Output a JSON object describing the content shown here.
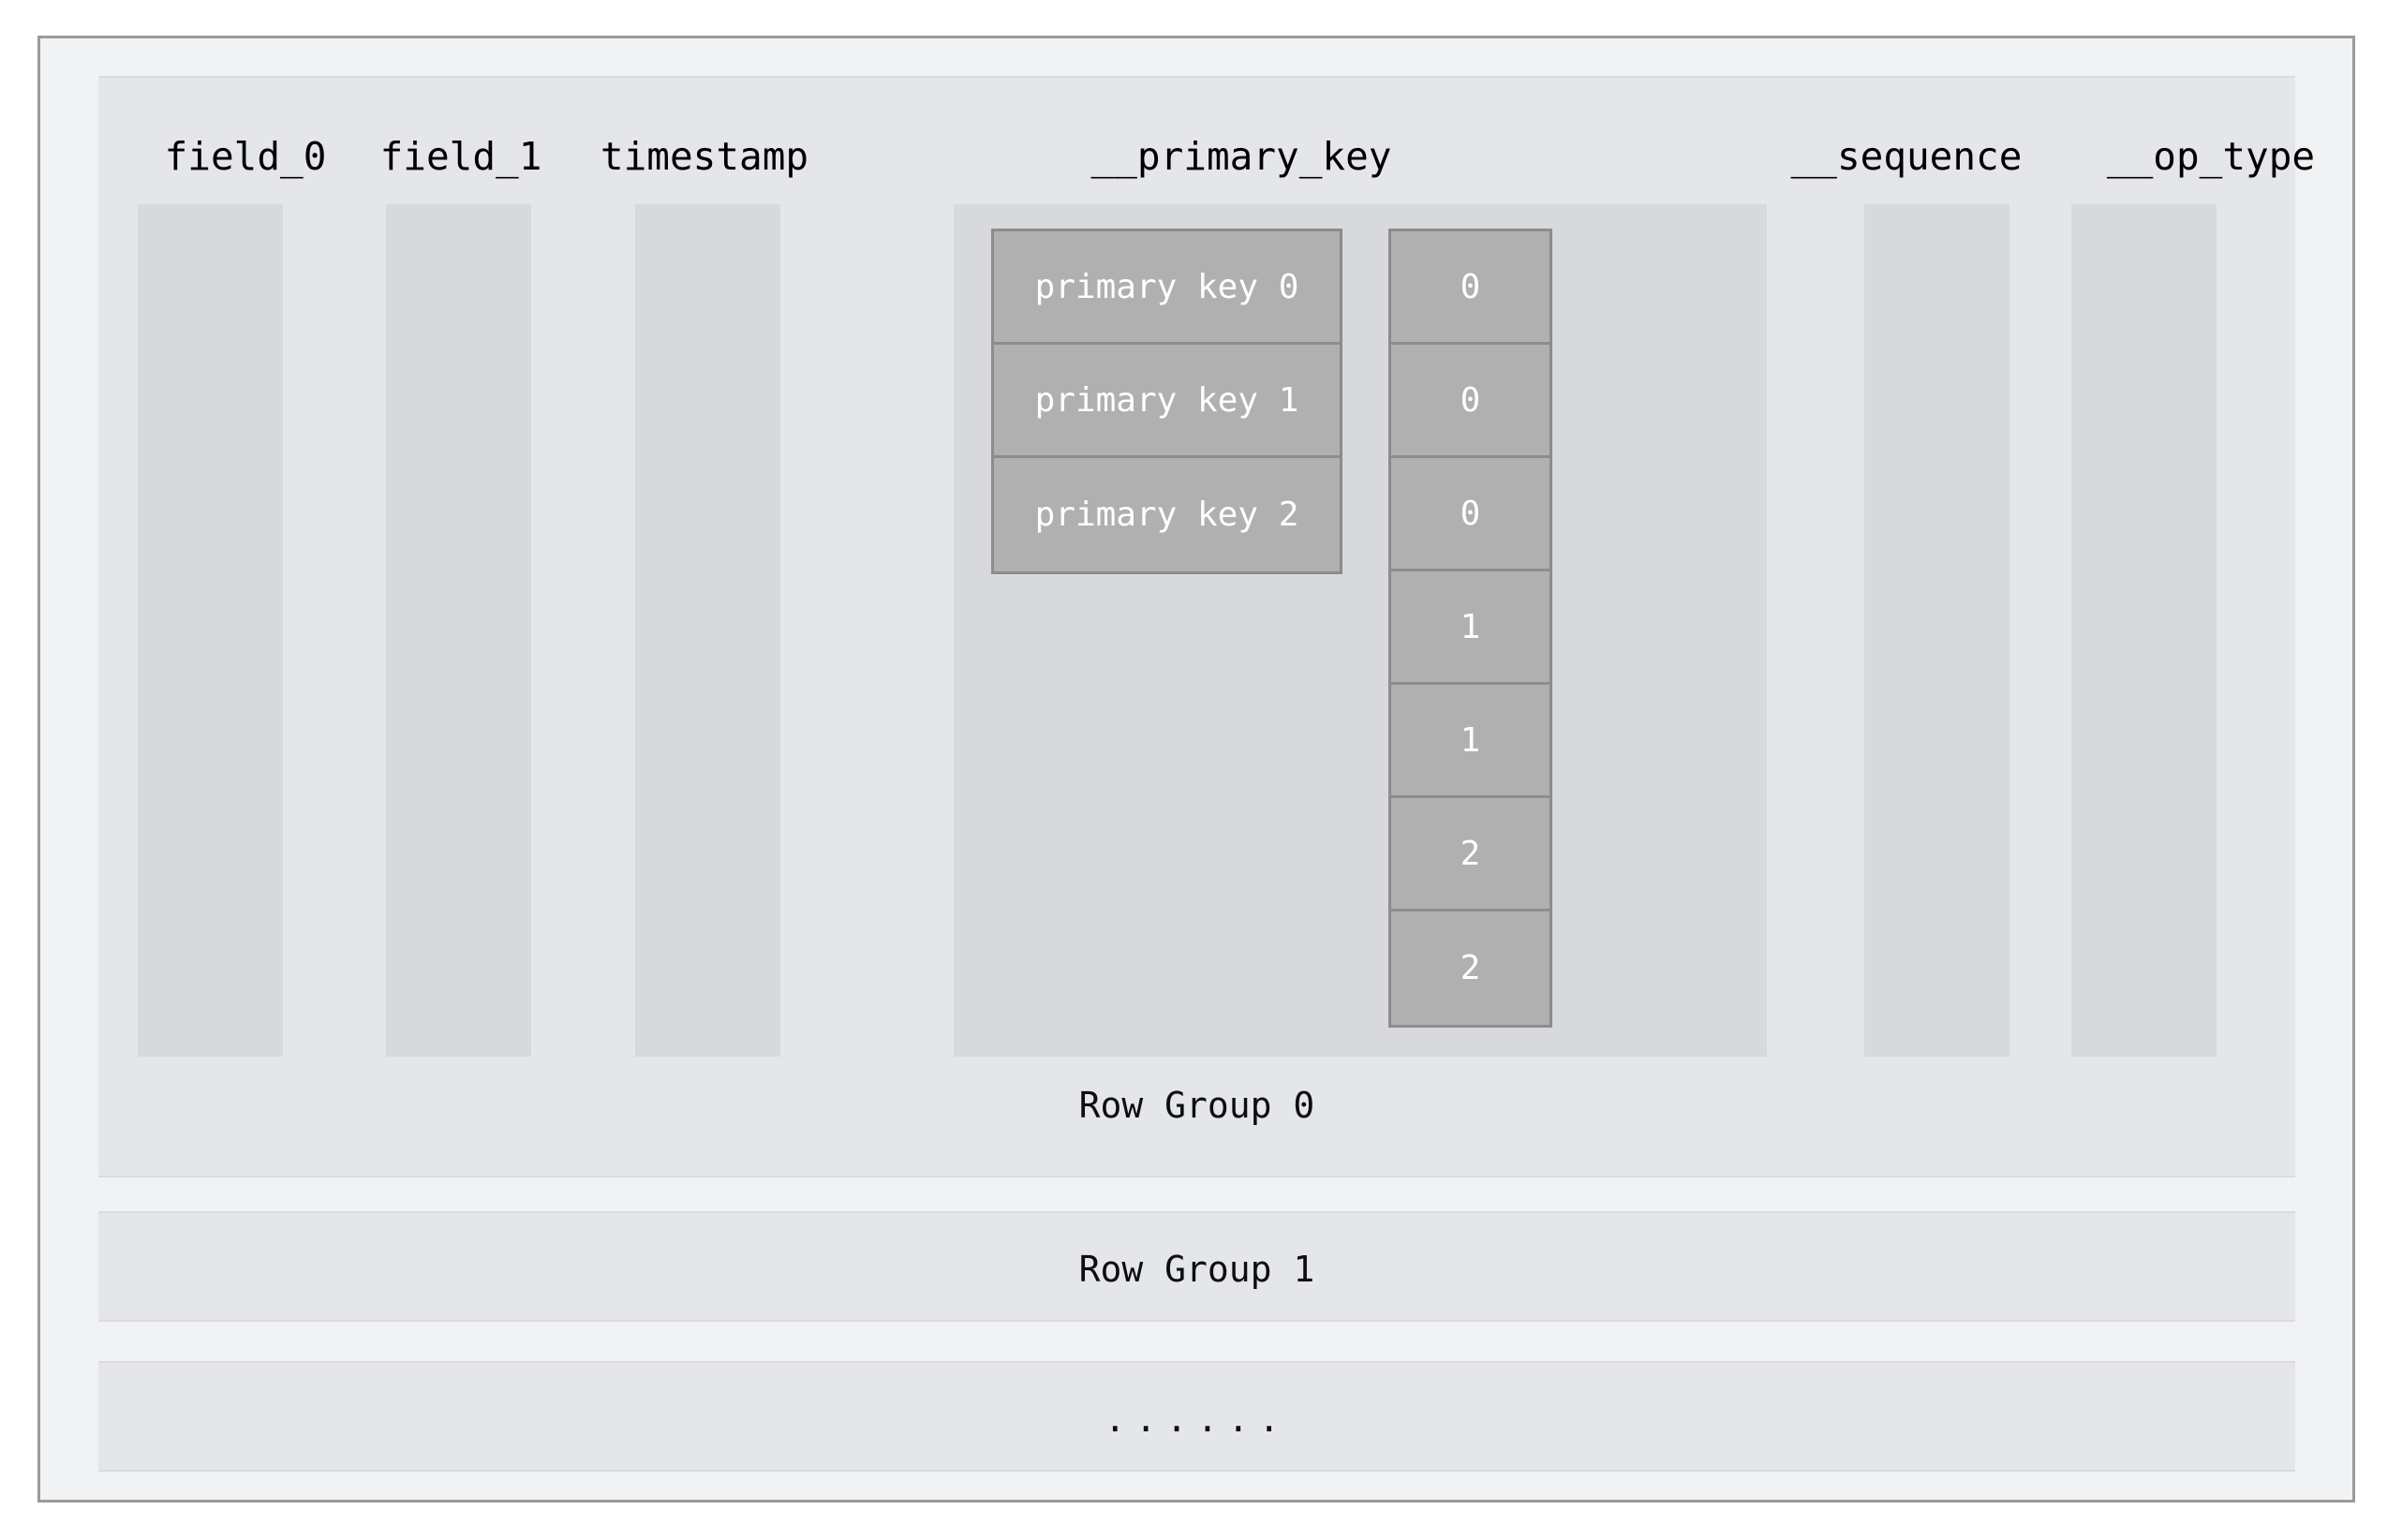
{
  "diagram": {
    "title_visible": false,
    "colors": {
      "frame_border": "#9b9b9b",
      "frame_bg": "#f1f2f4",
      "row_group_bg": "#e4e6e9",
      "column_block": "#d7d9dd",
      "cell_fill": "#b0b0b0",
      "cell_border": "#8c8c8c",
      "cell_text": "#ffffff",
      "header_text": "#000000"
    },
    "columns": [
      {
        "name": "field_0",
        "label": "field_0",
        "type": "plain"
      },
      {
        "name": "field_1",
        "label": "field_1",
        "type": "plain"
      },
      {
        "name": "timestamp",
        "label": "timestamp",
        "type": "plain"
      },
      {
        "name": "__primary_key",
        "label": "__primary_key",
        "type": "detailed"
      },
      {
        "name": "__sequence",
        "label": "__sequence",
        "type": "plain"
      },
      {
        "name": "__op_type",
        "label": "__op_type",
        "type": "plain"
      }
    ],
    "primary_key_cells": [
      "primary key 0",
      "primary key 1",
      "primary key 2"
    ],
    "sequence_cells": [
      "0",
      "0",
      "0",
      "1",
      "1",
      "2",
      "2"
    ],
    "row_groups": [
      {
        "id": "row-group-0",
        "caption": "Row Group 0"
      },
      {
        "id": "row-group-1",
        "caption": "Row Group 1"
      },
      {
        "id": "row-group-more",
        "caption": "......"
      }
    ]
  }
}
